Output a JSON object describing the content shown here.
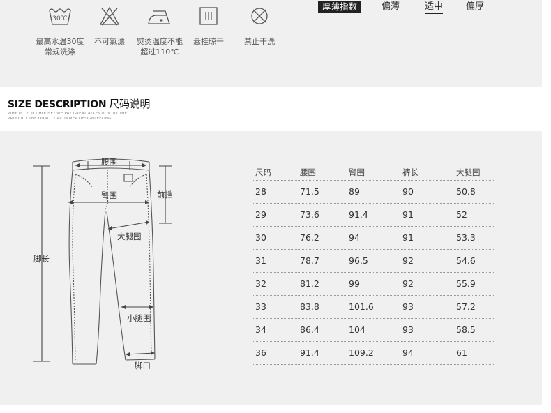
{
  "care": [
    {
      "icon": "wash-30-icon",
      "text": "30℃",
      "label_lines": [
        "最高水温30度",
        "常规洗涤"
      ]
    },
    {
      "icon": "no-bleach-icon",
      "label_lines": [
        "不可氯漂"
      ]
    },
    {
      "icon": "iron-icon",
      "label_lines": [
        "熨烫温度不能",
        "超过110℃"
      ]
    },
    {
      "icon": "hang-dry-icon",
      "label_lines": [
        "悬挂晾干"
      ]
    },
    {
      "icon": "no-dry-clean-icon",
      "label_lines": [
        "禁止干洗"
      ]
    }
  ],
  "thickness": {
    "title": "厚薄指数",
    "options": [
      "偏薄",
      "适中",
      "偏厚"
    ],
    "selected": "适中"
  },
  "size_description": {
    "title_en": "SIZE DESCRIPTION",
    "title_cn": "尺码说明",
    "subtitle_lines": [
      "WHY DO YOU CHOOSE? WE PAY GREAT ATTENTION TO THE",
      "PRODUCT THE QUALITY ACUMMEP DESIGNLEELING"
    ]
  },
  "diagram_labels": {
    "waist": "腰围",
    "hip": "臀围",
    "rise": "前挡",
    "thigh": "大腿围",
    "length": "脚长",
    "calf": "小腿围",
    "hem": "脚口"
  },
  "table": {
    "headers": [
      "尺码",
      "腰围",
      "臀围",
      "裤长",
      "大腿围"
    ],
    "rows": [
      [
        "28",
        "71.5",
        "89",
        "90",
        "50.8"
      ],
      [
        "29",
        "73.6",
        "91.4",
        "91",
        "52"
      ],
      [
        "30",
        "76.2",
        "94",
        "91",
        "53.3"
      ],
      [
        "31",
        "78.7",
        "96.5",
        "92",
        "54.6"
      ],
      [
        "32",
        "81.2",
        "99",
        "92",
        "55.9"
      ],
      [
        "33",
        "83.8",
        "101.6",
        "93",
        "57.2"
      ],
      [
        "34",
        "86.4",
        "104",
        "93",
        "58.5"
      ],
      [
        "36",
        "91.4",
        "109.2",
        "94",
        "61"
      ]
    ]
  }
}
